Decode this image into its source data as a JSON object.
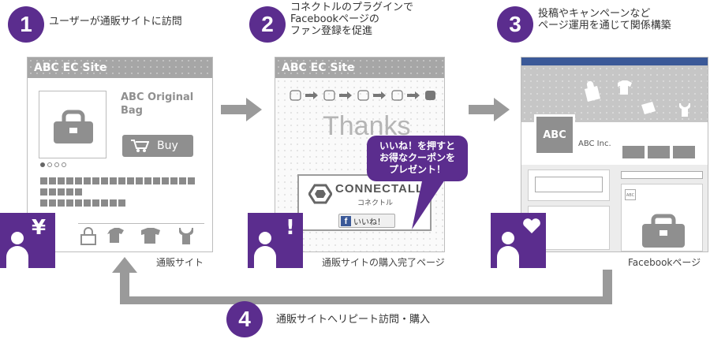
{
  "steps": [
    {
      "num": "1",
      "text": "ユーザーが通販サイトに訪問"
    },
    {
      "num": "2",
      "text": "コネクトルのプラグインで\nFacebookページの\nファン登録を促進"
    },
    {
      "num": "3",
      "text": "投稿やキャンペーンなど\nページ運用を通じて関係構築"
    },
    {
      "num": "4",
      "text": "通販サイトへリピート訪問・購入"
    }
  ],
  "site1": {
    "header": "ABC  EC Site",
    "product_name": "ABC Original\nBag",
    "buy_label": "Buy",
    "caption": "通販サイト",
    "badge": "¥"
  },
  "site2": {
    "header": "ABC  EC Site",
    "thanks": "Thanks",
    "bubble": "いいね！を押すと\nお得なクーポンを\nプレゼント！",
    "brand": "CONNECTALL",
    "brand_sub": "コネクトル",
    "like_label": "いいね！",
    "caption": "通販サイトの購入完了ページ",
    "badge": "!"
  },
  "site3": {
    "avatar_label": "ABC",
    "page_name": "ABC Inc.",
    "thumb_label": "ABC",
    "caption": "Facebookページ"
  },
  "colors": {
    "accent": "#5b2d8e",
    "grey": "#8f8f8f",
    "facebook_blue": "#3b5998"
  }
}
